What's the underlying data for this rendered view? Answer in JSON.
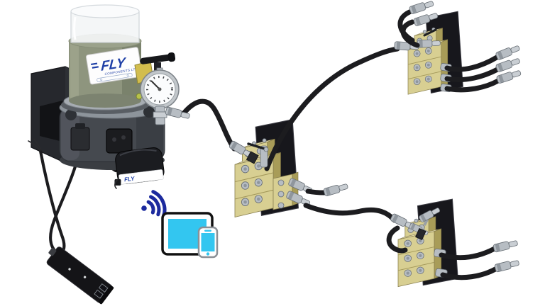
{
  "branding": {
    "pump_label": {
      "text": "FLY",
      "subtext": "COMPONENTS LTD"
    },
    "module_label": {
      "text": "FLY"
    }
  },
  "colors": {
    "background": "#ffffff",
    "hose": "#1c1c1f",
    "brass": "#d8cf92",
    "brass-light": "#ece4b8",
    "brass-dark": "#a89c58",
    "plate": "#17171c",
    "steel": "#b7bdc3",
    "steel-dark": "#8f969d",
    "steel-light": "#c9ced3",
    "pump-body": "#45494f",
    "pump-ring": "#8d949b",
    "bracket": "#26282d",
    "grease": "#8e957e",
    "dome": "#f4f6f7",
    "label-blue": "#1e3fa6",
    "wifi-blue": "#1c2a9e",
    "screen-cyan": "#33c6f0",
    "valve-yellow": "#d2bd4e",
    "gauge-face": "#fbfcfd"
  }
}
